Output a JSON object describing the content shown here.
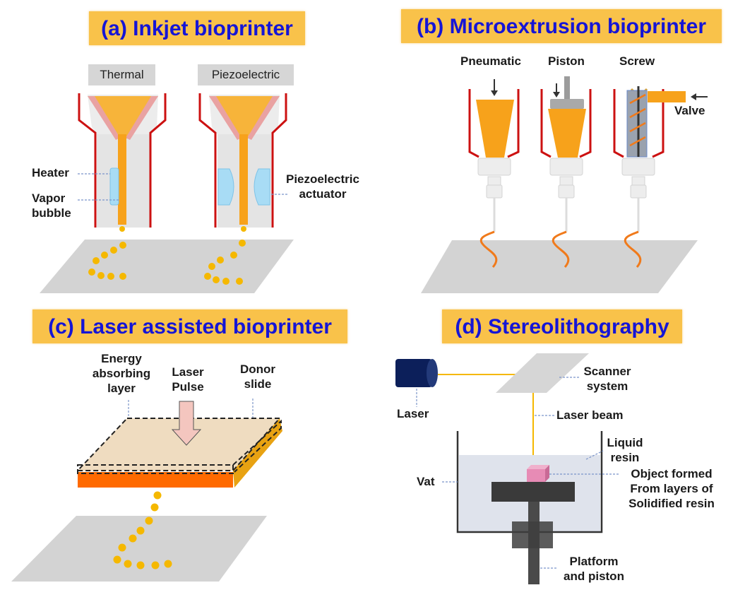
{
  "colors": {
    "title_bg": "#f9c24a",
    "title_text": "#1515d6",
    "nozzle_wall": "#cc1111",
    "bioink": "#f7a21b",
    "bioink_light": "#fbc94a",
    "substrate": "#d3d3d3",
    "actuator": "#a8dcf5",
    "laser_body": "#0c1f5a",
    "beam": "#f5b800",
    "vat_liquid": "#dfe3ec",
    "platform": "#3c3c3c",
    "object": "#e78bb5"
  },
  "panels": {
    "a": {
      "title": "(a) Inkjet bioprinter",
      "subtypes": [
        "Thermal",
        "Piezoelectric"
      ],
      "labels": {
        "heater": "Heater",
        "vapor_bubble": "Vapor\nbubble",
        "piezo_actuator": "Piezoelectric\nactuator"
      }
    },
    "b": {
      "title": "(b) Microextrusion bioprinter",
      "subtypes": [
        "Pneumatic",
        "Piston",
        "Screw"
      ],
      "labels": {
        "valve": "Valve"
      }
    },
    "c": {
      "title": "(c) Laser assisted bioprinter",
      "labels": {
        "energy_layer": "Energy\nabsorbing\nlayer",
        "laser_pulse": "Laser\nPulse",
        "donor_slide": "Donor\nslide"
      }
    },
    "d": {
      "title": "(d) Stereolithography",
      "labels": {
        "laser": "Laser",
        "scanner": "Scanner\nsystem",
        "laser_beam": "Laser beam",
        "liquid_resin": "Liquid\nresin",
        "vat": "Vat",
        "object": "Object formed\nFrom layers of\nSolidified resin",
        "platform": "Platform\nand piston"
      }
    }
  }
}
